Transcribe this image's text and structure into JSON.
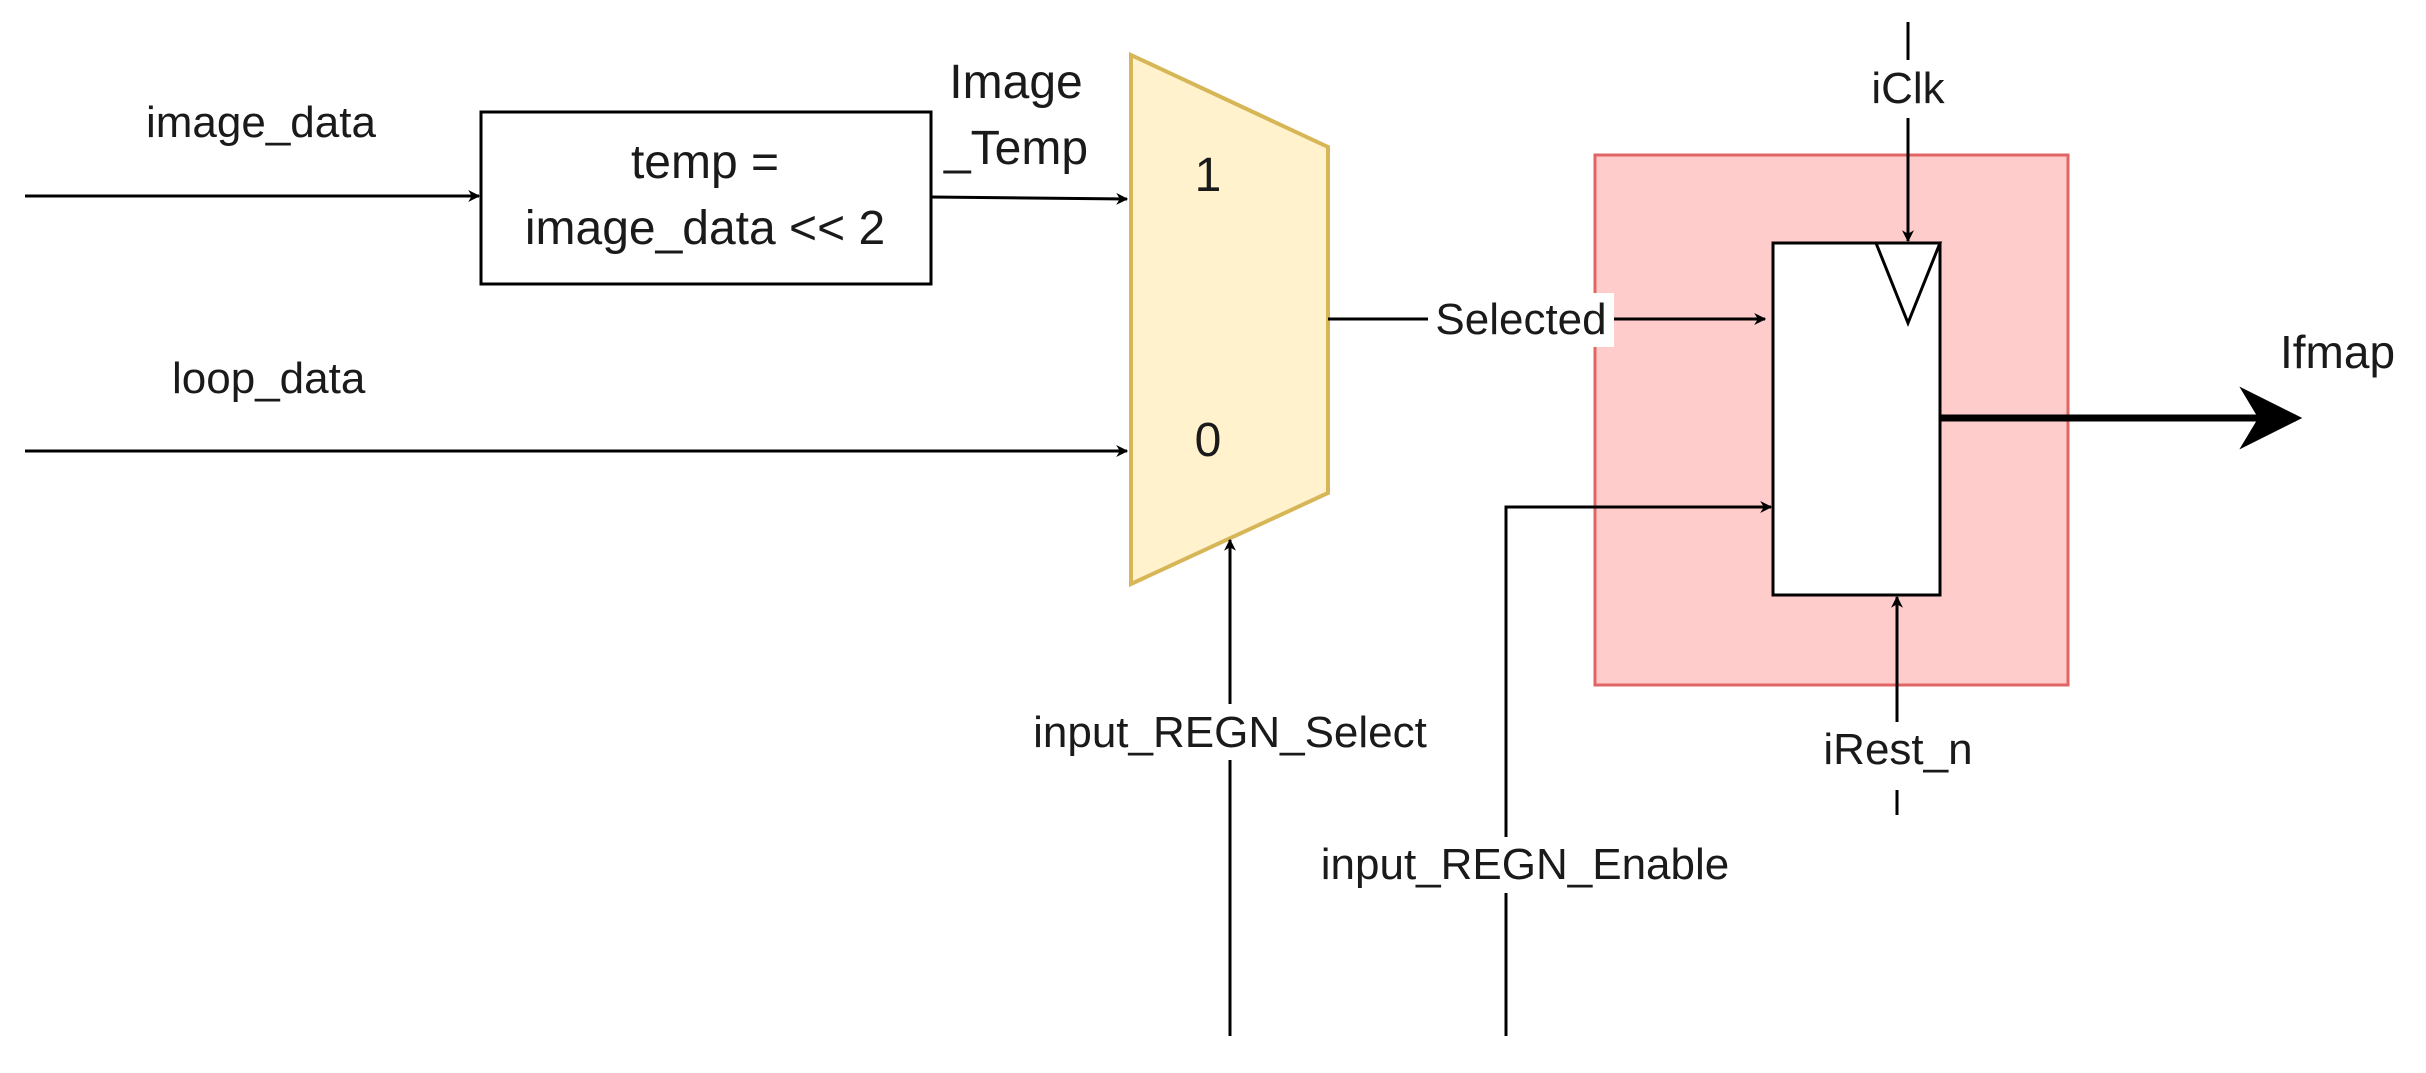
{
  "inputs": {
    "image_data": "image_data",
    "loop_data": "loop_data"
  },
  "shift_block": {
    "line1": "temp =",
    "line2": "image_data << 2"
  },
  "signals": {
    "image_temp_line1": "Image",
    "image_temp_line2": "_Temp",
    "selected": "Selected",
    "input_regn_select": "input_REGN_Select",
    "input_regn_enable": "input_REGN_Enable",
    "iclk": "iClk",
    "irest_n": "iRest_n",
    "ifmap": "Ifmap"
  },
  "mux": {
    "input_1": "1",
    "input_0": "0"
  },
  "colors": {
    "mux_fill": "#fff2cc",
    "mux_stroke": "#d6b656",
    "register_region_fill": "#ffcccc",
    "register_region_stroke": "#e06666"
  }
}
